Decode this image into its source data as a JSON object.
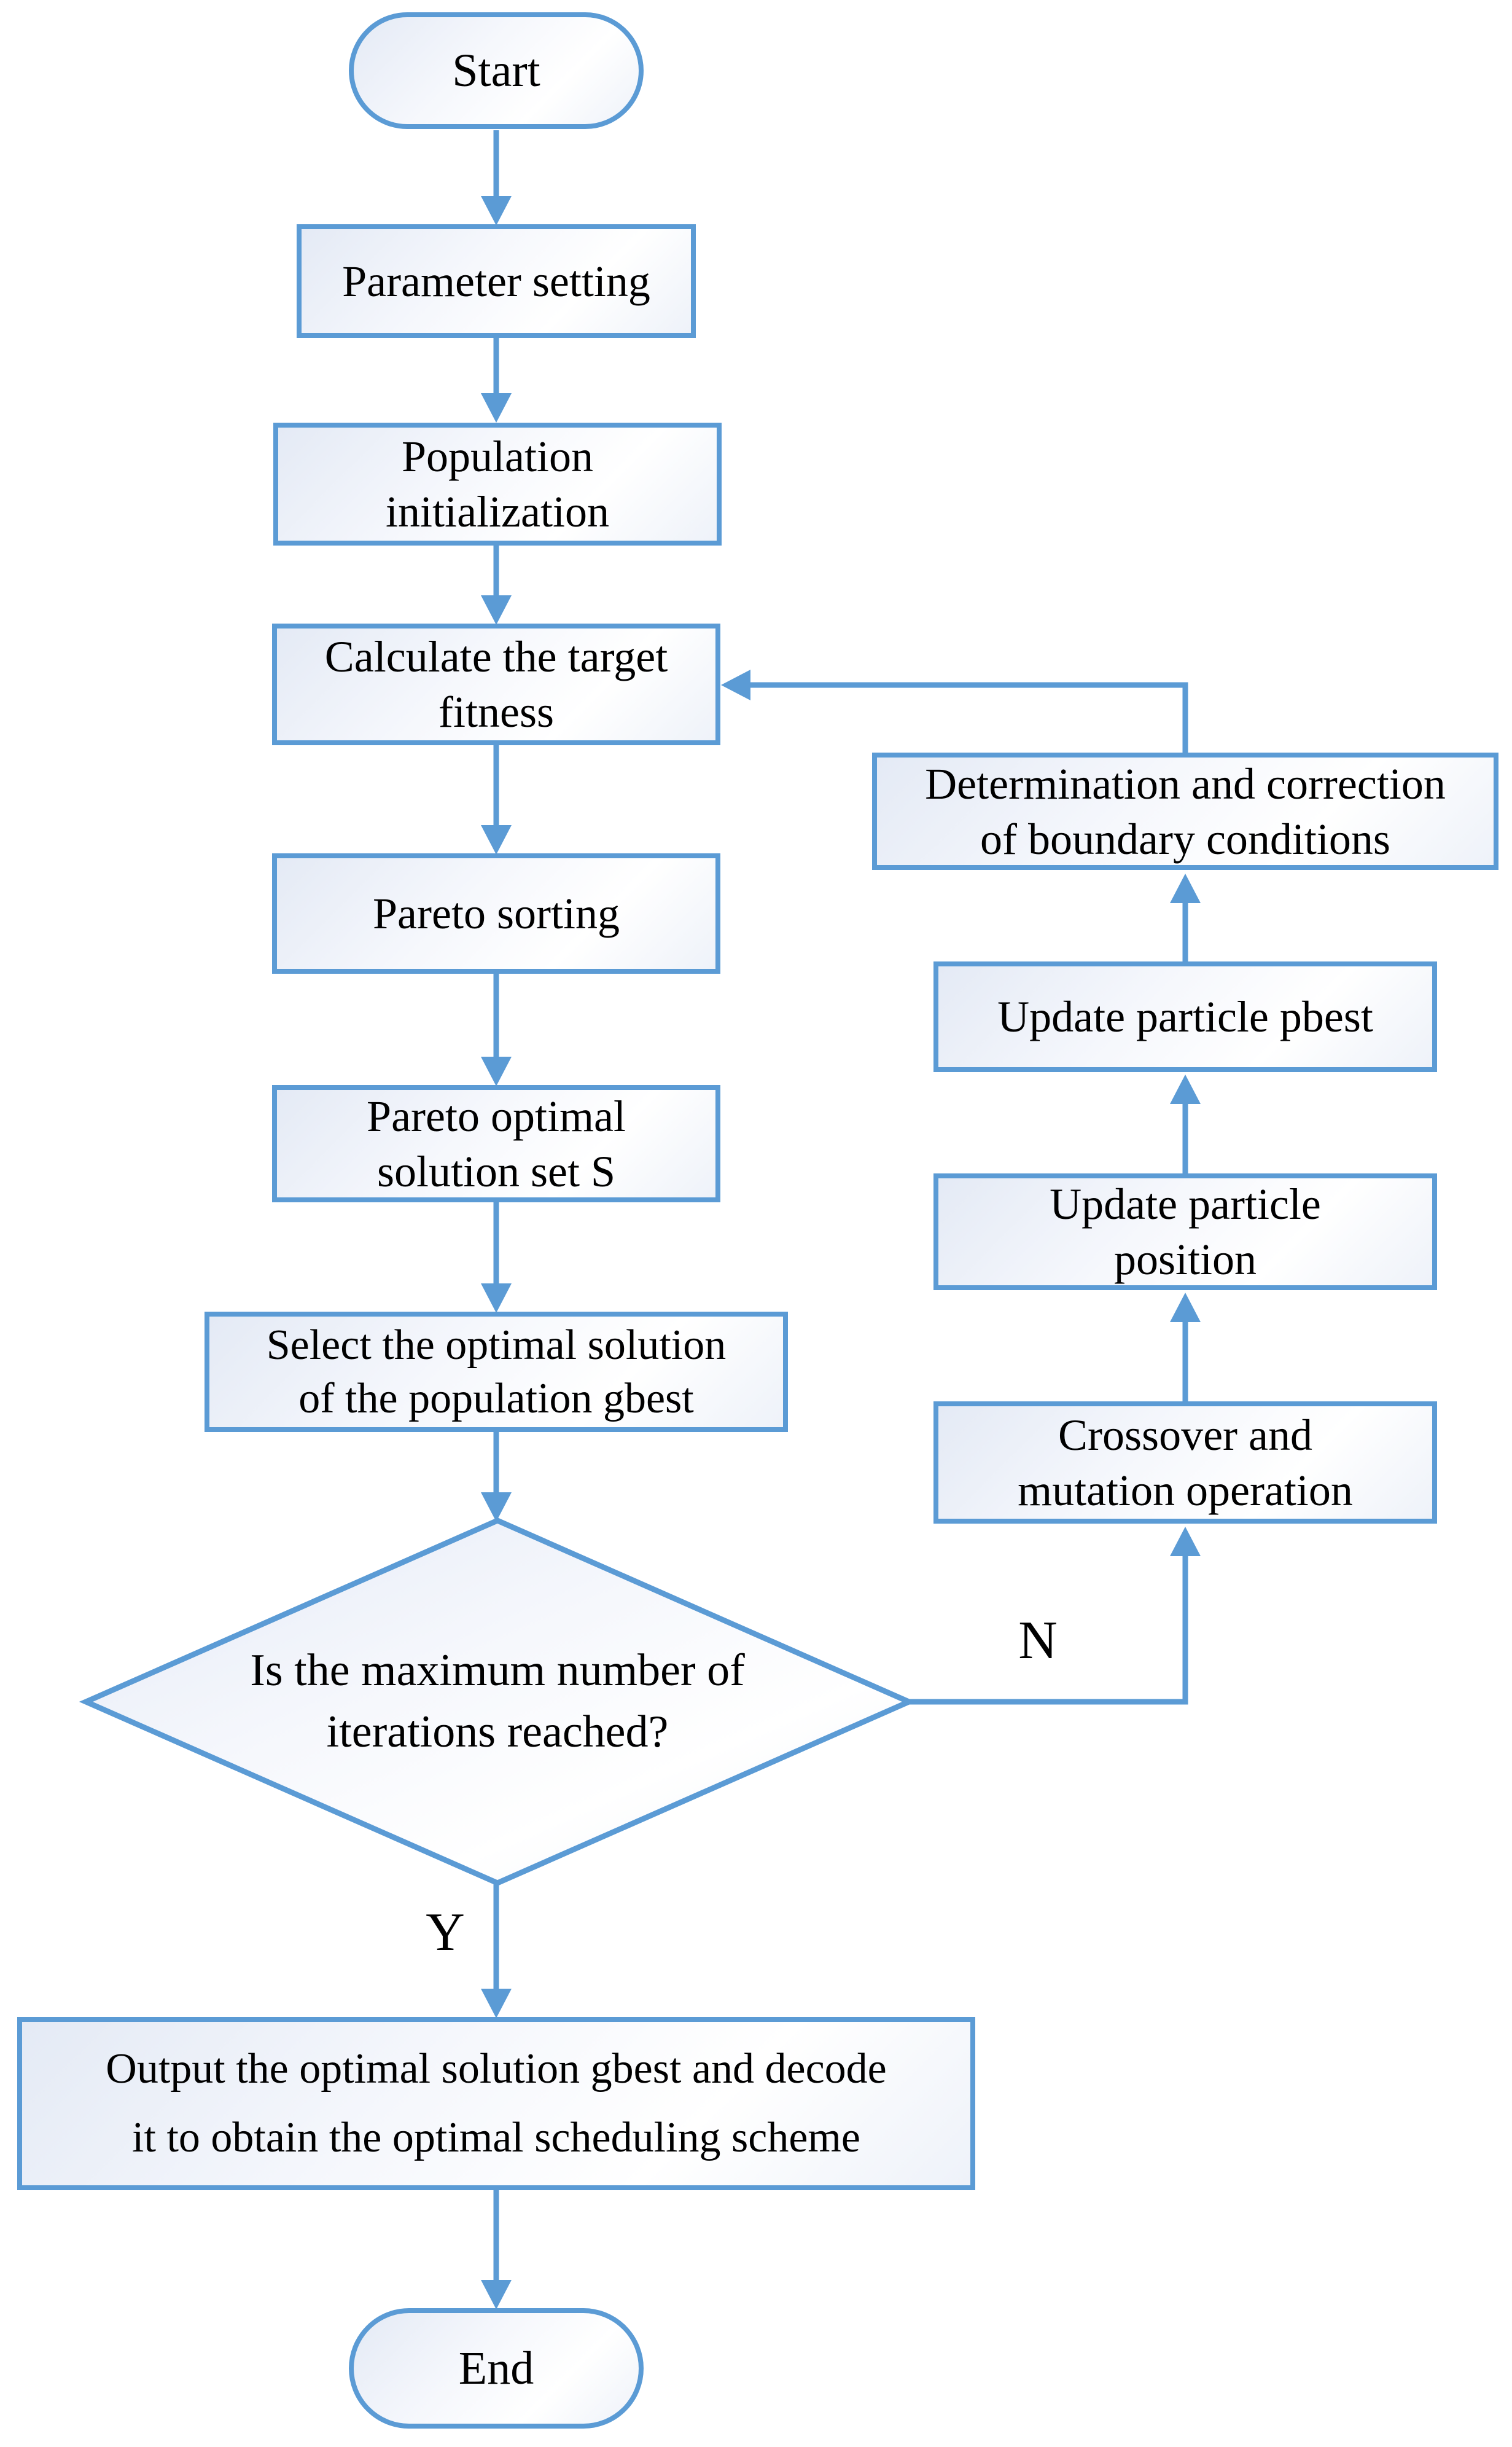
{
  "colors": {
    "accent_blue": "#5b9bd5",
    "node_fill_tint": "#e4eaf5",
    "text": "#000000",
    "background": "#ffffff"
  },
  "nodes": {
    "start": {
      "label": "Start"
    },
    "parameter": {
      "label": "Parameter setting"
    },
    "population": {
      "label": [
        "Population",
        "initialization"
      ]
    },
    "calculate": {
      "label": [
        "Calculate the target",
        "fitness"
      ]
    },
    "pareto_sorting": {
      "label": "Pareto sorting"
    },
    "pareto_optimal": {
      "label": [
        "Pareto optimal",
        "solution set S"
      ]
    },
    "select_gbest": {
      "label": [
        "Select the optimal solution",
        "of the population gbest"
      ]
    },
    "decision": {
      "label": [
        "Is the maximum number of",
        "iterations reached?"
      ]
    },
    "output": {
      "label": [
        "Output the optimal solution gbest and decode",
        "it to obtain the optimal scheduling scheme"
      ]
    },
    "end": {
      "label": "End"
    },
    "crossover": {
      "label": [
        "Crossover and",
        "mutation operation"
      ]
    },
    "update_position": {
      "label": [
        "Update particle",
        "position"
      ]
    },
    "update_pbest": {
      "label": "Update particle pbest"
    },
    "boundary": {
      "label": [
        "Determination and correction",
        "of boundary conditions"
      ]
    }
  },
  "edges": {
    "yes_label": "Y",
    "no_label": "N"
  }
}
